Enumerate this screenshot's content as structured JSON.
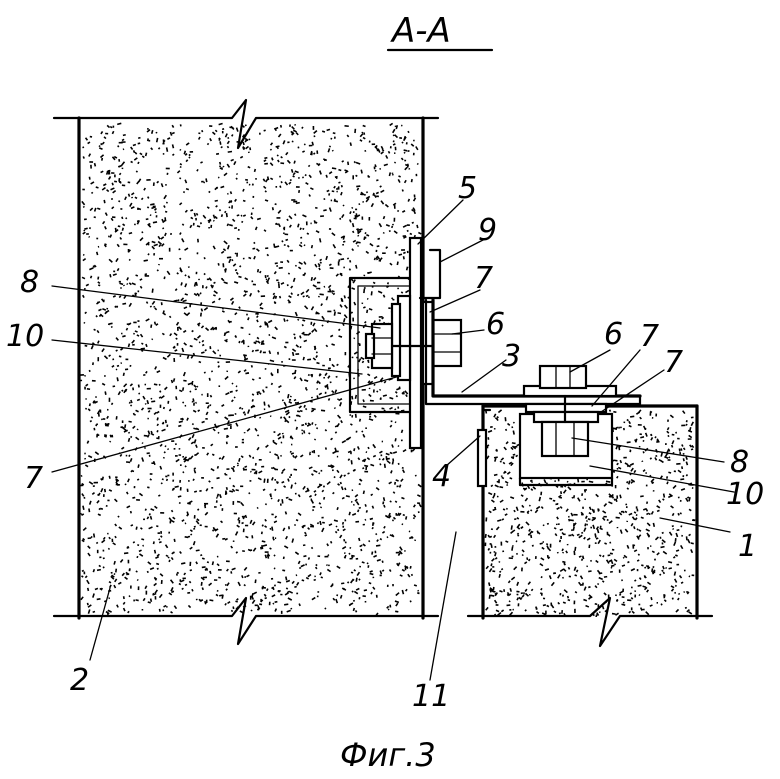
{
  "title": "А-А",
  "caption": "Фиг.3",
  "callouts": {
    "c1": "1",
    "c2": "2",
    "c3": "3",
    "c4": "4",
    "c5": "5",
    "c6a": "6",
    "c6b": "6",
    "c7a": "7",
    "c7b": "7",
    "c7c": "7",
    "c7d": "7",
    "c8a": "8",
    "c8b": "8",
    "c9": "9",
    "c10a": "10",
    "c10b": "10",
    "c11": "11"
  }
}
